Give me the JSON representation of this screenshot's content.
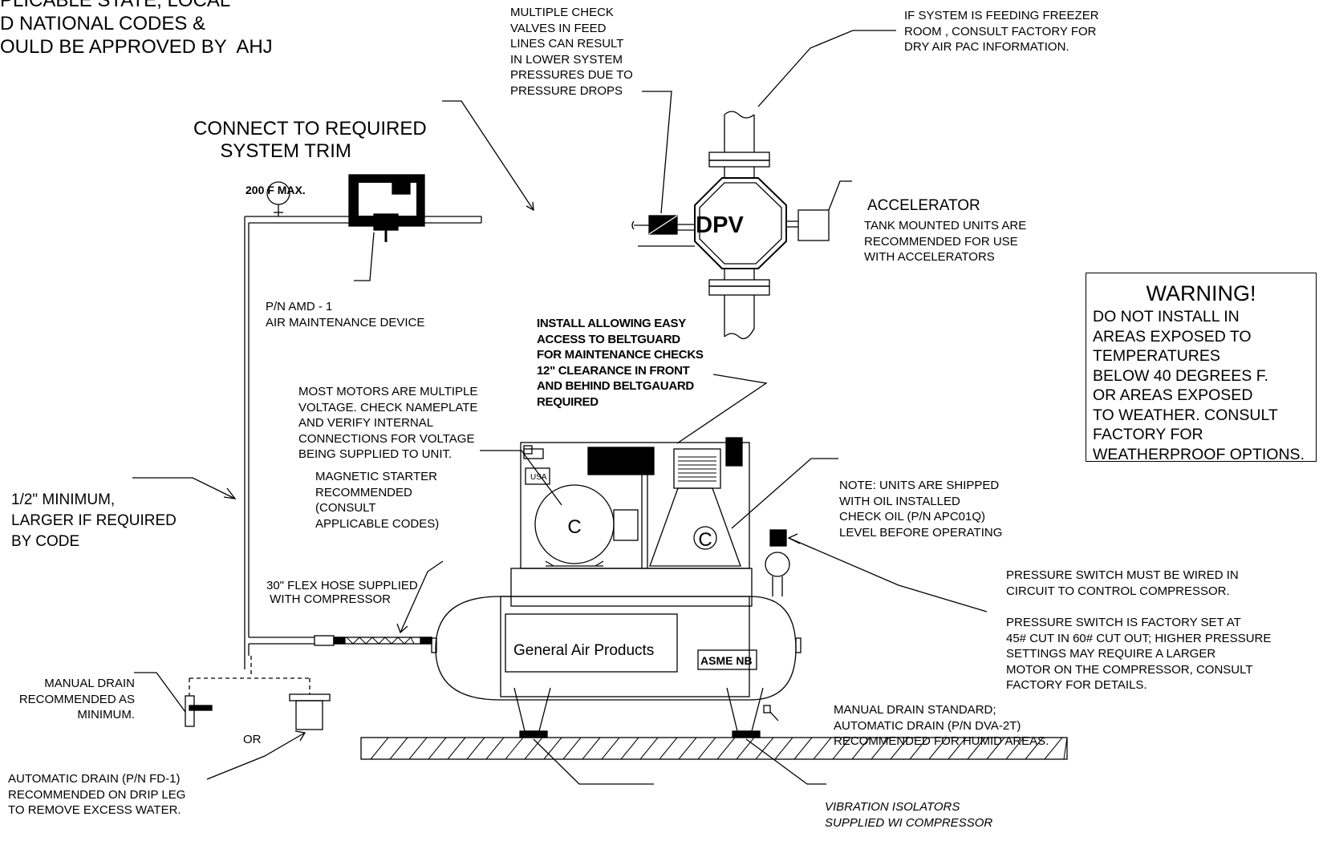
{
  "notes": {
    "codes_top": "PLICABLE STATE, LOCAL\nD NATIONAL CODES &\nOULD BE APPROVED BY  AHJ",
    "check_valves": "MULTIPLE CHECK\nVALVES IN FEED\nLINES CAN RESULT\nIN LOWER SYSTEM\nPRESSURES DUE TO\nPRESSURE DROPS",
    "freezer": "IF SYSTEM IS FEEDING FREEZER\nROOM , CONSULT FACTORY FOR\nDRY AIR PAC INFORMATION.",
    "system_trim": "CONNECT TO REQUIRED\n     SYSTEM TRIM",
    "temp_max": "200 F MAX.",
    "accelerator_title": "ACCELERATOR",
    "accelerator_note": "TANK MOUNTED UNITS ARE\nRECOMMENDED FOR USE\nWITH ACCELERATORS",
    "amd": "P/N AMD - 1\nAIR MAINTENANCE DEVICE",
    "beltguard": "INSTALL ALLOWING EASY\nACCESS TO BELTGUARD\nFOR MAINTENANCE CHECKS\n12\" CLEARANCE IN FRONT\nAND BEHIND BELTGAUARD\nREQUIRED",
    "motors": "MOST MOTORS ARE MULTIPLE\nVOLTAGE. CHECK NAMEPLATE\nAND VERIFY INTERNAL\nCONNECTIONS FOR VOLTAGE\nBEING SUPPLIED TO UNIT.",
    "starter": "MAGNETIC STARTER\nRECOMMENDED\n(CONSULT\nAPPLICABLE CODES)",
    "pipe_size": "1/2\" MINIMUM,\nLARGER IF REQUIRED\nBY CODE",
    "oil": "NOTE: UNITS ARE SHIPPED\nWITH OIL INSTALLED\nCHECK OIL (P/N APC01Q)\nLEVEL BEFORE OPERATING",
    "flex_hose": "30\" FLEX HOSE SUPPLIED\n WITH COMPRESSOR",
    "pressure_switch_wiring": "PRESSURE SWITCH MUST BE WIRED IN\nCIRCUIT TO CONTROL COMPRESSOR.",
    "pressure_switch_set": "PRESSURE SWITCH IS FACTORY SET AT\n45# CUT IN 60# CUT OUT; HIGHER PRESSURE\nSETTINGS MAY REQUIRE A LARGER\nMOTOR ON THE COMPRESSOR, CONSULT\nFACTORY FOR DETAILS.",
    "manual_drain_min": "MANUAL DRAIN\nRECOMMENDED AS\nMINIMUM.",
    "or": "OR",
    "auto_drain_fd1": "AUTOMATIC DRAIN (P/N FD-1)\nRECOMMENDED ON DRIP LEG\nTO REMOVE EXCESS WATER.",
    "manual_drain_std": "MANUAL DRAIN STANDARD;\nAUTOMATIC DRAIN (P/N DVA-2T)\nRECOMMENDED FOR HUMID AREAS.",
    "isolators": "VIBRATION ISOLATORS\nSUPPLIED WI COMPRESSOR"
  },
  "warning": {
    "title": "WARNING!",
    "body": "DO NOT INSTALL IN\nAREAS EXPOSED TO\nTEMPERATURES\nBELOW 40 DEGREES F.\nOR AREAS EXPOSED\nTO WEATHER. CONSULT\nFACTORY FOR\nWEATHERPROOF OPTIONS."
  },
  "equipment": {
    "dpv": "DPV",
    "brand": "General Air Products",
    "asme": "ASME NB",
    "usa": "USA",
    "motor_mark": "C",
    "pump_mark": "C"
  }
}
